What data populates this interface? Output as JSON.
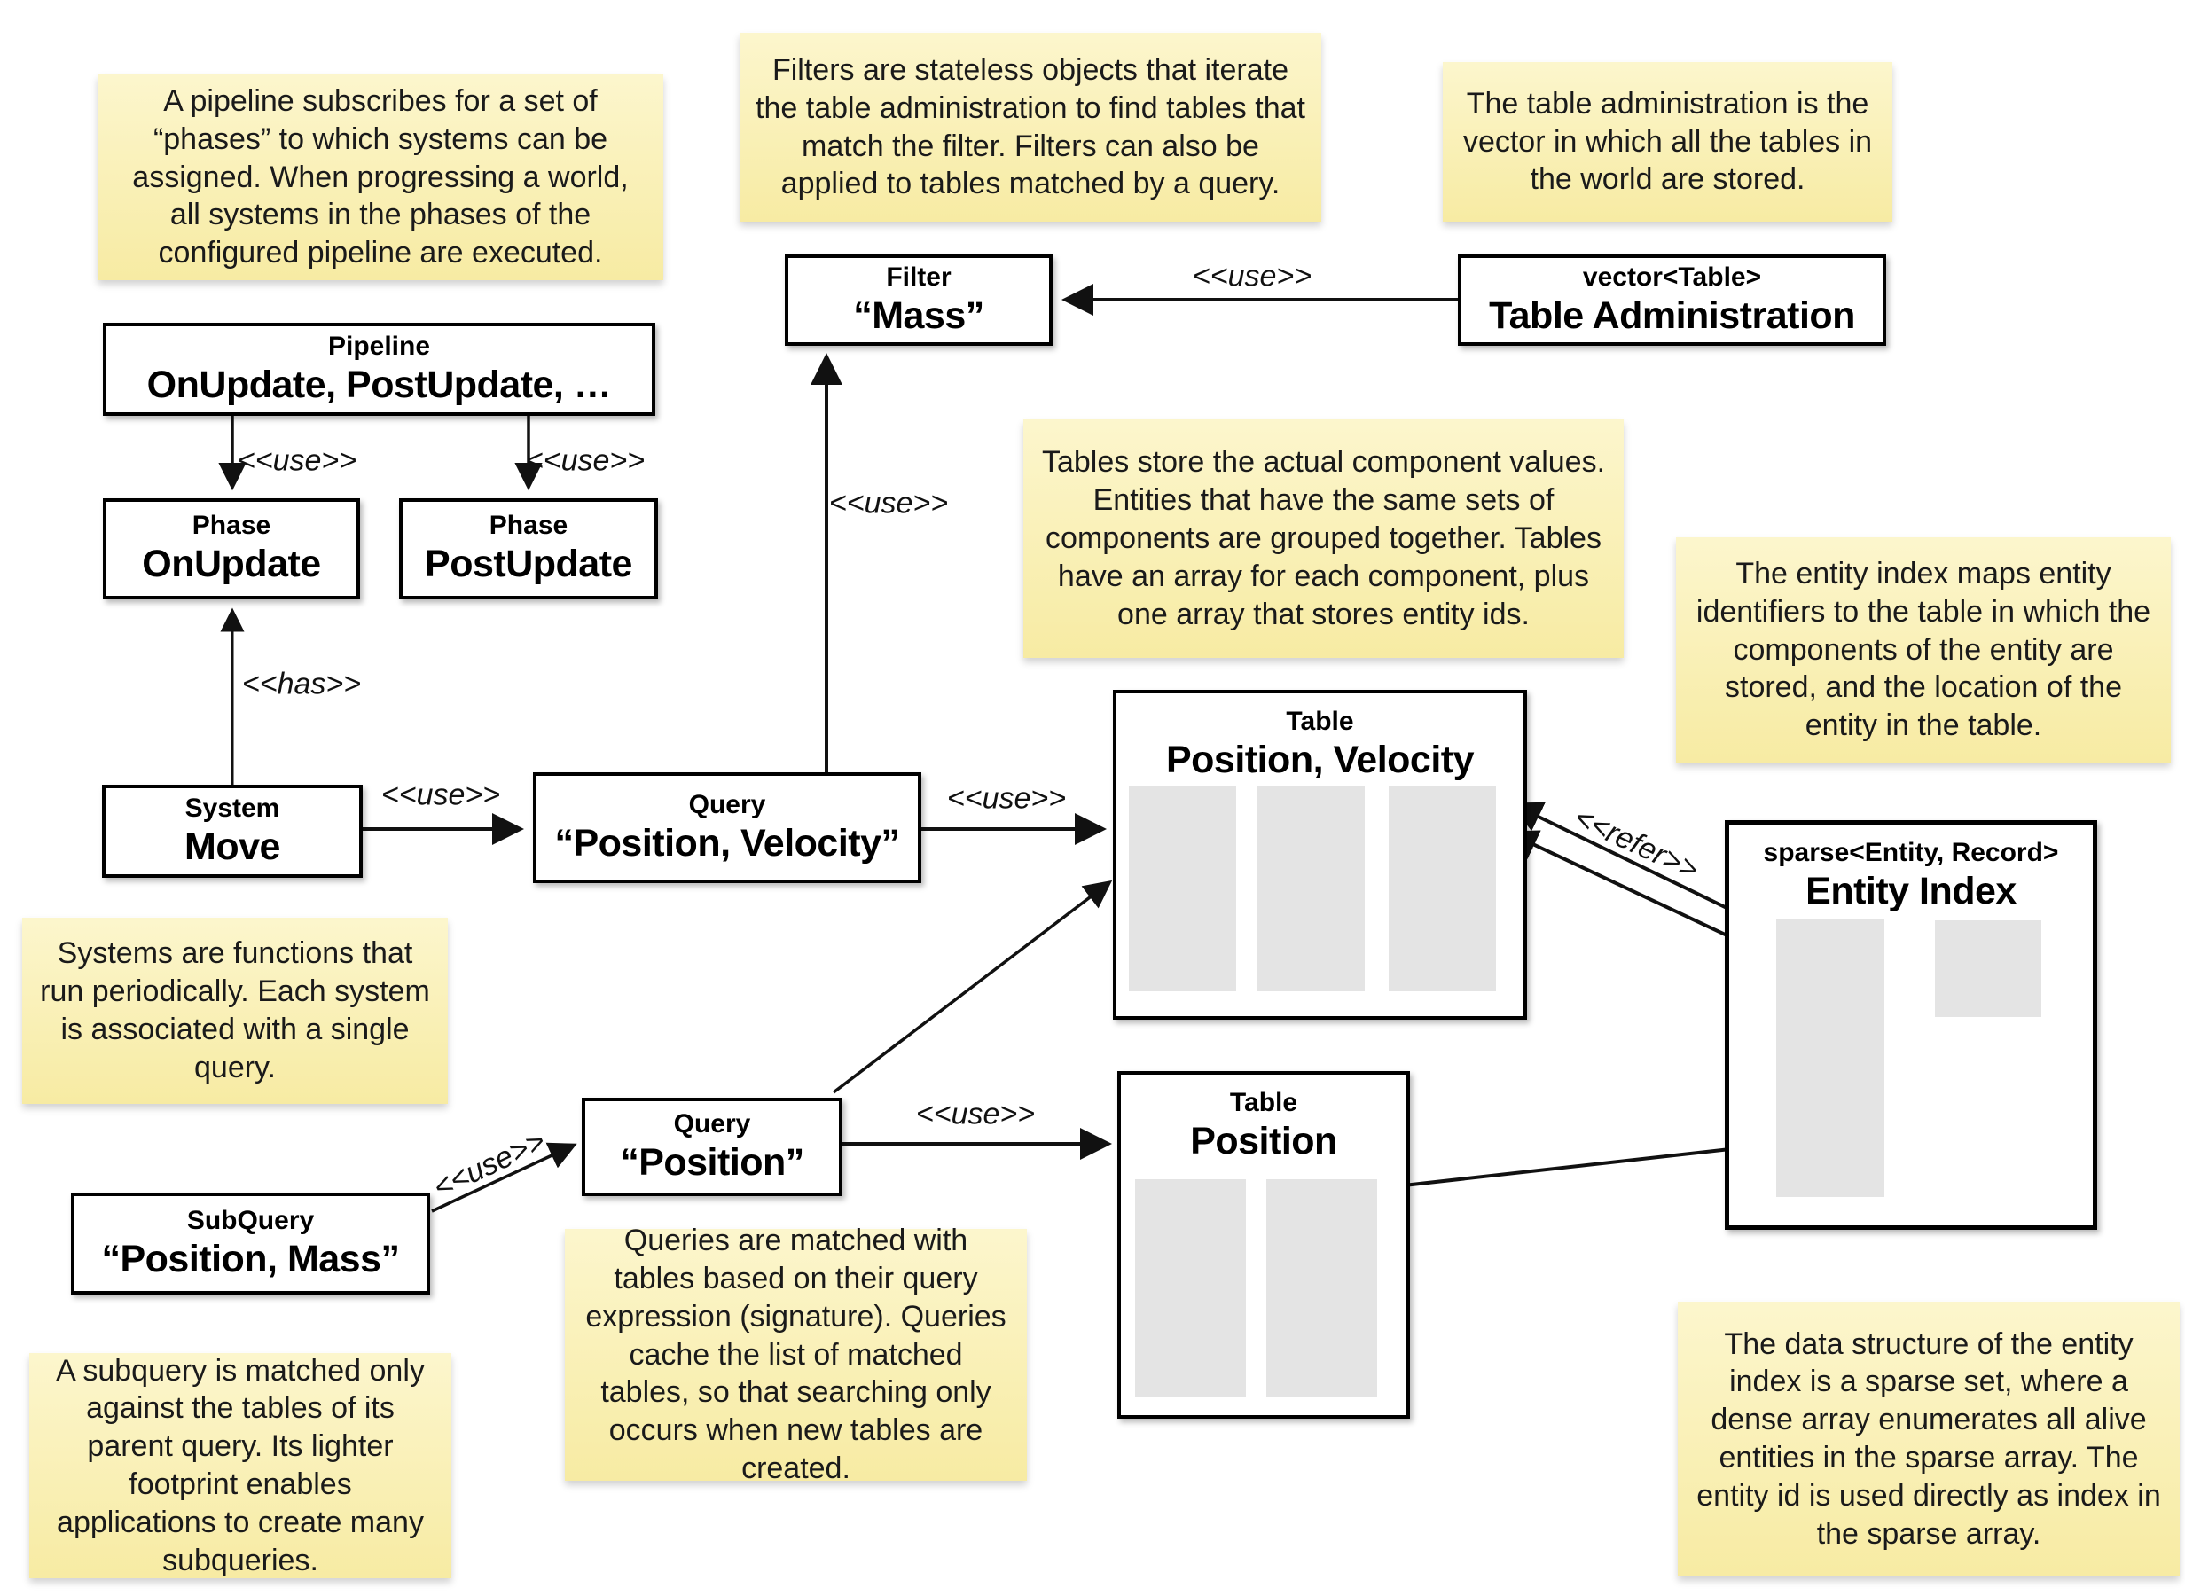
{
  "notes": {
    "pipeline": "A pipeline subscribes for a set of “phases” to which systems can be assigned. When progressing a world, all systems in the phases of the configured pipeline are executed.",
    "filters": "Filters are stateless objects that iterate the table administration to find tables that match the filter. Filters can also be applied to tables matched by a query.",
    "table_admin": "The table administration is the vector in which all the tables in the world are stored.",
    "tables": "Tables store the actual component values. Entities that have the same sets of components are grouped together. Tables have an array for each component, plus one array that stores entity ids.",
    "entity_index": "The entity index maps entity identifiers to the table in which the components of the entity are stored, and the location of the entity in the table.",
    "systems": "Systems are functions that run periodically. Each system is associated with a single query.",
    "queries": "Queries are matched with tables based on their query expression (signature). Queries cache the list of matched tables, so that searching only occurs when new tables are created.",
    "subquery": "A subquery is matched only against the tables of its parent query. Its lighter footprint enables applications to create many subqueries.",
    "sparse_set": "The data structure of the entity index is a sparse set, where a dense array enumerates all alive entities in the sparse array. The entity id is used directly as index in the sparse array."
  },
  "boxes": {
    "filter": {
      "stereotype": "Filter",
      "name": "“Mass”"
    },
    "table_admin": {
      "stereotype": "vector<Table>",
      "name": "Table Administration"
    },
    "pipeline": {
      "stereotype": "Pipeline",
      "name": "OnUpdate, PostUpdate, …"
    },
    "phase_onupdate": {
      "stereotype": "Phase",
      "name": "OnUpdate"
    },
    "phase_postupdate": {
      "stereotype": "Phase",
      "name": "PostUpdate"
    },
    "system_move": {
      "stereotype": "System",
      "name": "Move"
    },
    "query_pos_vel": {
      "stereotype": "Query",
      "name": "“Position, Velocity”"
    },
    "table_pos_vel": {
      "stereotype": "Table",
      "name": "Position, Velocity"
    },
    "query_pos": {
      "stereotype": "Query",
      "name": "“Position”"
    },
    "table_pos": {
      "stereotype": "Table",
      "name": "Position"
    },
    "subquery": {
      "stereotype": "SubQuery",
      "name": "“Position, Mass”"
    },
    "entity_index": {
      "stereotype": "sparse<Entity, Record>",
      "name": "Entity Index"
    }
  },
  "edges": {
    "use": "<<use>>",
    "has": "<<has>>",
    "refer": "<<refer>>"
  },
  "colors": {
    "note_top": "#fcf6cd",
    "note_bottom": "#f7eba3",
    "box_border": "#000000",
    "array_fill": "#e4e4e4",
    "background": "#ffffff"
  }
}
